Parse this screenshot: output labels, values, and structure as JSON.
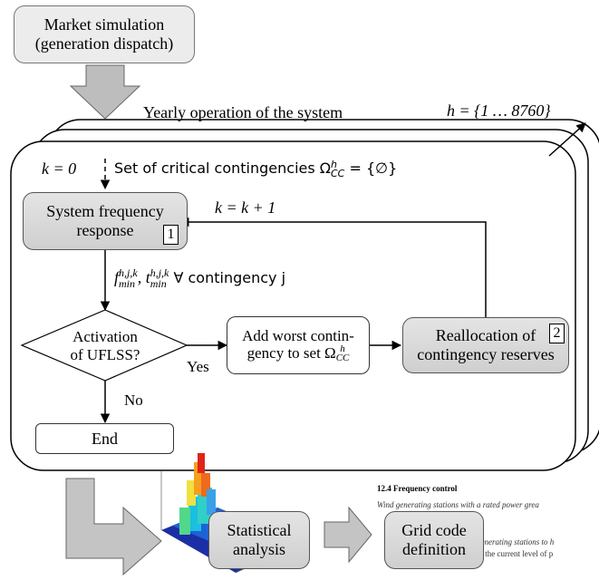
{
  "market_box": {
    "line1": "Market simulation",
    "line2": "(generation dispatch)"
  },
  "yearly_label": "Yearly operation of the system",
  "hours_label": "h = {1 … 8760}",
  "k_init": "k = 0",
  "critical_set": "Set of critical contingencies Ω",
  "critical_set_sup": "h",
  "critical_set_sub": "CC",
  "critical_set_rhs": " = {∅}",
  "freq_box": {
    "line1": "System frequency",
    "line2": "response",
    "tag": "1"
  },
  "k_increment": "k = k + 1",
  "fmin_text": {
    "f": "f",
    "f_sup": "h,j,k",
    "f_sub": "min",
    "t": ", t",
    "t_sup": "h,j,k",
    "t_sub": "min",
    "rest": " ∀ contingency j"
  },
  "decision": {
    "line1": "Activation",
    "line2": "of UFLSS?"
  },
  "yes_label": "Yes",
  "no_label": "No",
  "add_box": {
    "line1": "Add worst contin-",
    "line2": "gency to set Ω",
    "sup": "h",
    "sub": "CC"
  },
  "realloc_box": {
    "line1": "Reallocation of",
    "line2": "contingency reserves",
    "tag": "2"
  },
  "end_box": "End",
  "stat_box": {
    "line1": "Statistical",
    "line2": "analysis"
  },
  "grid_box": {
    "line1": "Grid code",
    "line2": "definition"
  },
  "doc": {
    "title": "12.4   Frequency control",
    "line1": "Wind generating stations with a rated power grea",
    "line2": "generating stations to h",
    "line3": "in the current level of p"
  }
}
